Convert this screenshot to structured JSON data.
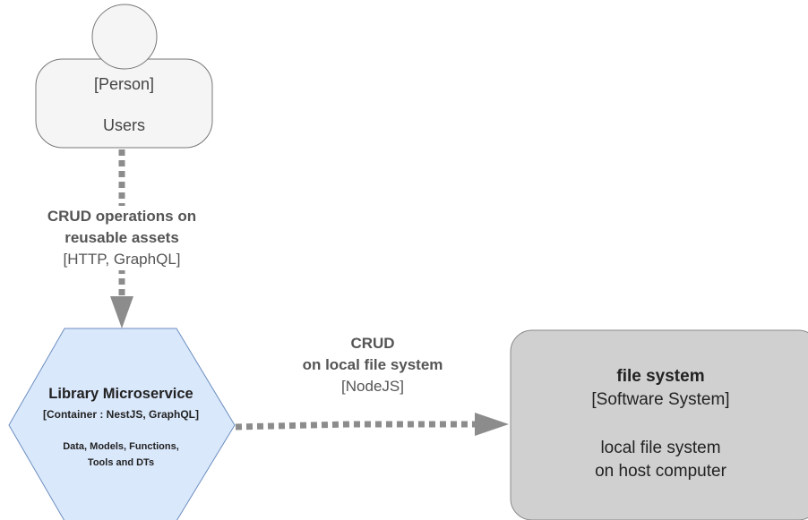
{
  "nodes": {
    "person": {
      "type_label": "[Person]",
      "name": "Users"
    },
    "microservice": {
      "name": "Library Microservice",
      "technology": "[Container : NestJS, GraphQL]",
      "description_line1": "Data, Models, Functions,",
      "description_line2": "Tools and DTs"
    },
    "file_system": {
      "name": "file system",
      "type_label": "[Software System]",
      "description_line1": "local file system",
      "description_line2": "on host computer"
    }
  },
  "edges": {
    "users_to_microservice": {
      "label_line1": "CRUD operations on",
      "label_line2": "reusable assets",
      "technology": "[HTTP, GraphQL]"
    },
    "microservice_to_filesystem": {
      "label_line1": "CRUD",
      "label_line2": "on local file system",
      "technology": "[NodeJS]"
    }
  },
  "colors": {
    "person_fill": "#f5f5f5",
    "person_stroke": "#777777",
    "microservice_fill": "#dae8fc",
    "microservice_stroke": "#6c8ebf",
    "file_system_fill": "#d0d0d0",
    "file_system_stroke": "#8a8a8a",
    "edge_color": "#8c8c8c"
  }
}
